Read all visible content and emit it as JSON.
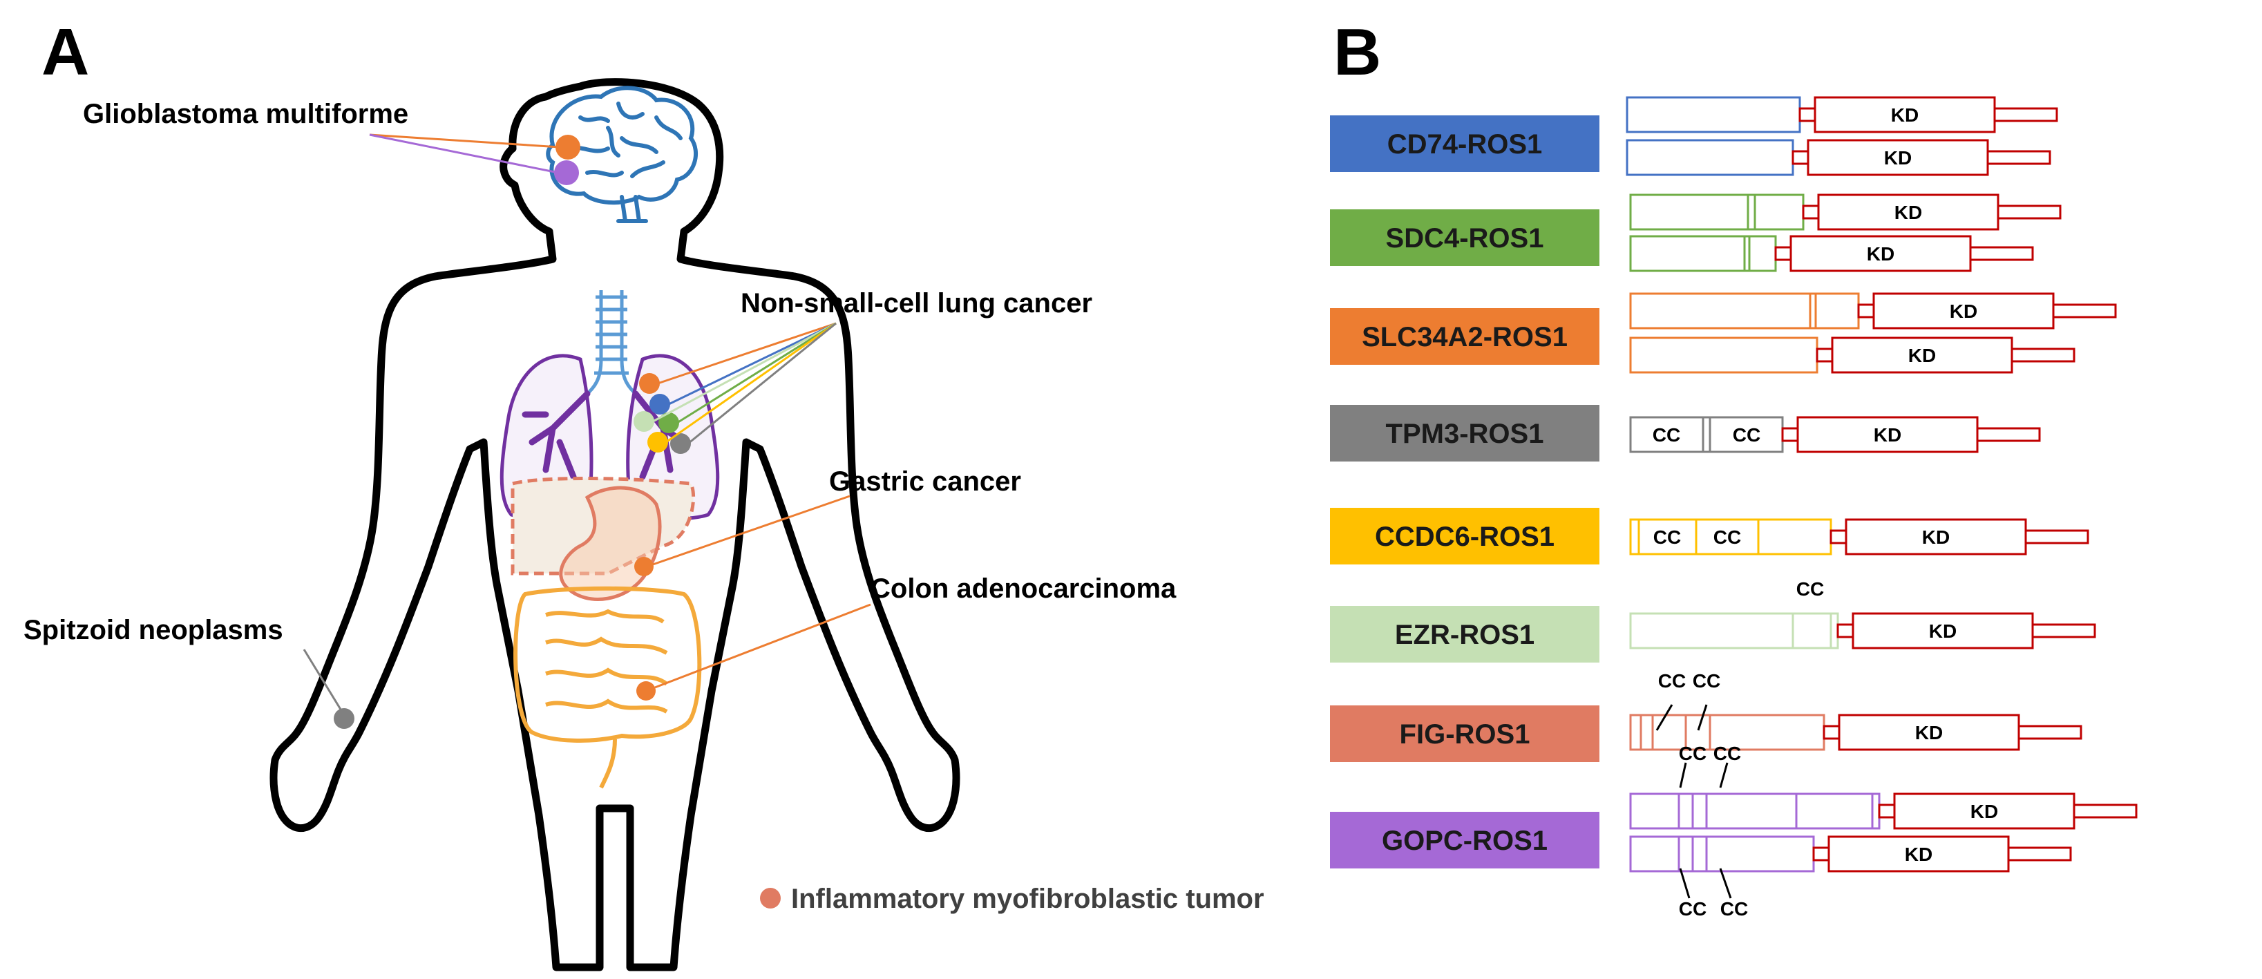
{
  "panel_a": {
    "letter": "A",
    "diseases": {
      "glioblastoma": "Glioblastoma multiforme",
      "nsclc": "Non-small-cell lung cancer",
      "gastric": "Gastric cancer",
      "colon": "Colon adenocarcinoma",
      "spitzoid": "Spitzoid neoplasms"
    },
    "legend": "Inflammatory myofibroblastic tumor"
  },
  "panel_b": {
    "letter": "B",
    "domain_labels": {
      "kinase": "KD",
      "coiled_coil": "CC"
    },
    "fusions": [
      {
        "name": "CD74-ROS1",
        "color": "#4472C4"
      },
      {
        "name": "SDC4-ROS1",
        "color": "#70AD47"
      },
      {
        "name": "SLC34A2-ROS1",
        "color": "#ED7D31"
      },
      {
        "name": "TPM3-ROS1",
        "color": "#808080"
      },
      {
        "name": "CCDC6-ROS1",
        "color": "#FFC000"
      },
      {
        "name": "EZR-ROS1",
        "color": "#C5E0B4"
      },
      {
        "name": "FIG-ROS1",
        "color": "#E07B62"
      },
      {
        "name": "GOPC-ROS1",
        "color": "#A569D6"
      }
    ]
  },
  "colors": {
    "ros1": "#C00000",
    "brain": "#2E75B6",
    "lung": "#7030A0",
    "intestine": "#F4B183",
    "stomach": "#F8CBAD",
    "trachea": "#5B9BD5",
    "imt_dot": "#E07B62"
  }
}
